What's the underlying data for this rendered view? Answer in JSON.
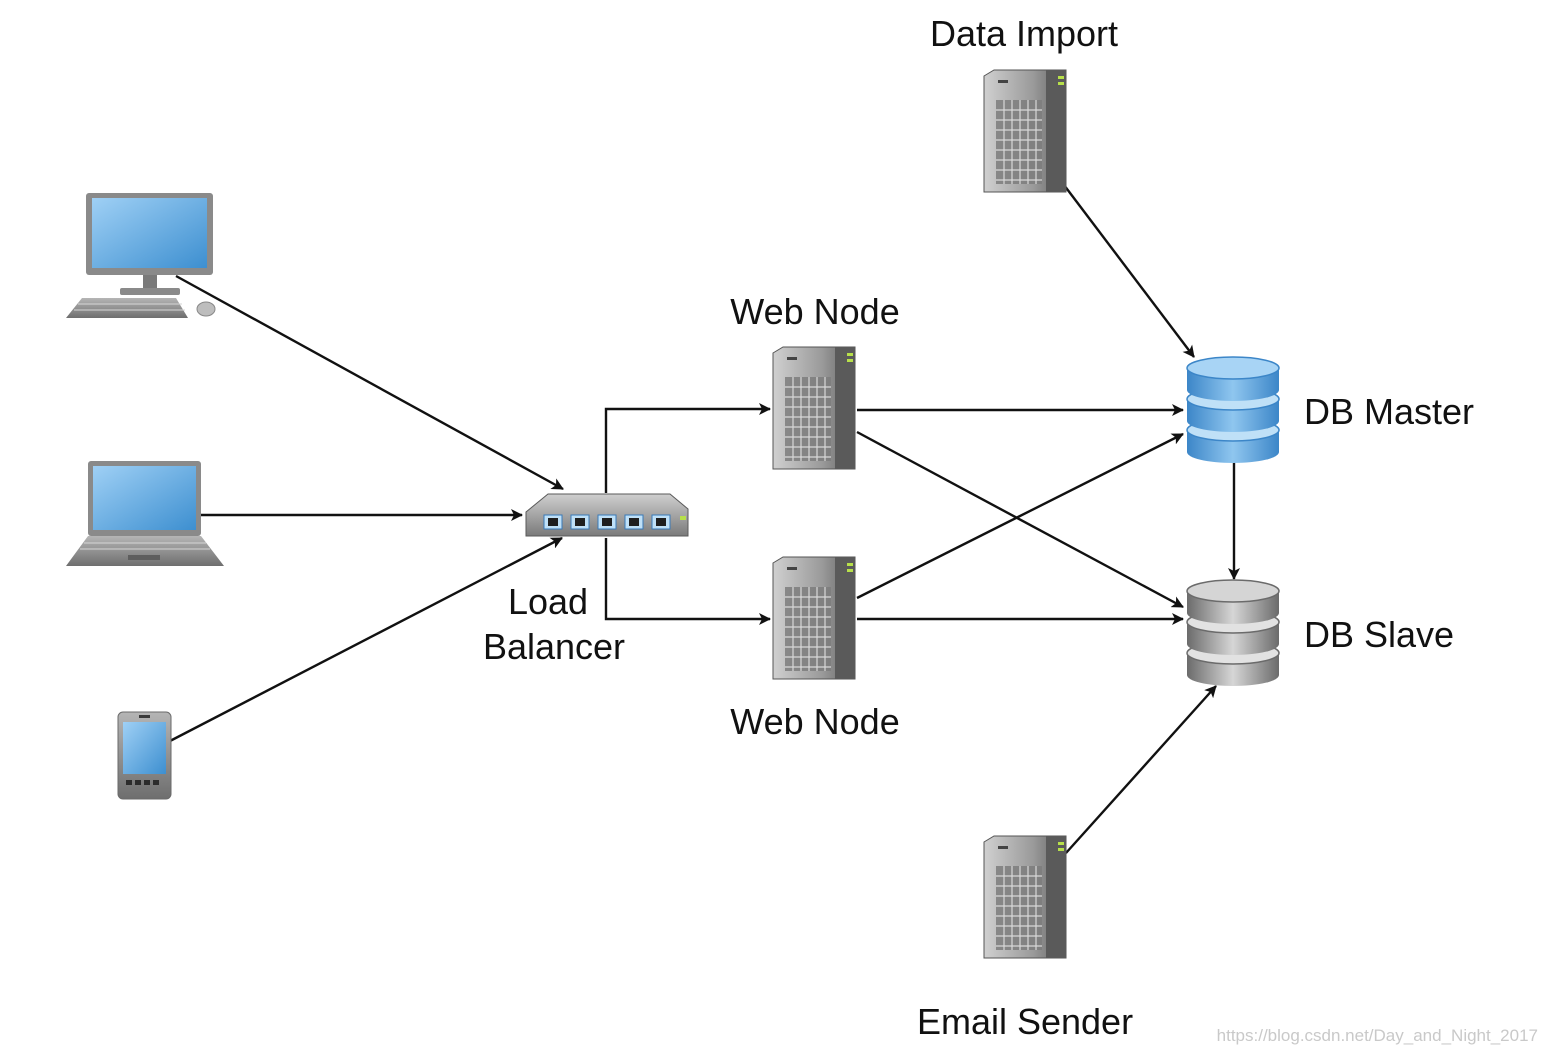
{
  "labels": {
    "data_import": "Data Import",
    "web_node_top": "Web Node",
    "web_node_bottom": "Web Node",
    "load_balancer_line1": "Load",
    "load_balancer_line2": "Balancer",
    "db_master": "DB Master",
    "db_slave": "DB Slave",
    "email_sender": "Email Sender"
  },
  "watermark": "https://blog.csdn.net/Day_and_Night_2017",
  "icons": {
    "clients": [
      "desktop-computer-icon",
      "laptop-icon",
      "smartphone-icon"
    ],
    "load_balancer": "network-switch-icon",
    "servers": "server-tower-icon",
    "db_master": "database-icon",
    "db_slave": "database-icon"
  },
  "colors": {
    "screen_blue": "#5aa6dc",
    "device_gray": "#8c8c8c",
    "db_master_blue": "#5fa8e0",
    "db_slave_gray": "#9a9a9a",
    "arrow": "#111111"
  }
}
